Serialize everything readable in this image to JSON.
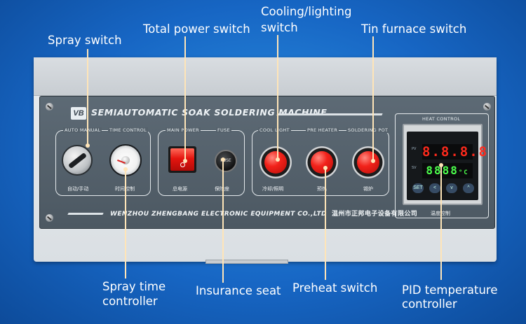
{
  "callouts": {
    "spray_switch": "Spray switch",
    "total_power_switch": "Total power switch",
    "cooling_lighting_line1": "Cooling/lighting",
    "cooling_lighting_line2": "switch",
    "tin_furnace_switch": "Tin furnace switch",
    "spray_time_line1": "Spray time",
    "spray_time_line2": "controller",
    "insurance_seat": "Insurance seat",
    "preheat_switch": "Preheat switch",
    "pid_line1": "PID temperature",
    "pid_line2": "controller"
  },
  "panel": {
    "logo": "VB",
    "title": "SEMIAUTOMATIC SOAK SOLDERING MACHINE",
    "manufacturer_en": "WENZHOU ZHENGBANG ELECTRONIC EQUIPMENT CO.,LTD",
    "manufacturer_cn": "温州市正邦电子设备有限公司",
    "labels": {
      "auto_manual": "AUTO MANUAL",
      "time_control": "TIME CONTROL",
      "main_power": "MAIN POWER",
      "fuse": "FUSE",
      "cool_light": "COOL LIGHT",
      "preheater": "PRE HEATER",
      "soldering_pot": "SOLDERING POT",
      "heat_control": "HEAT CONTROL"
    },
    "cn_labels": {
      "auto_manual": "自动/手动",
      "time_control": "时间控制",
      "main_power": "总电源",
      "fuse": "保险座",
      "cool_light": "冷却/照明",
      "preheater": "预热",
      "soldering_pot": "锡炉",
      "heat_control": "温度控制"
    },
    "fuse_text": "FUSE",
    "pid": {
      "pv_tag": "PV",
      "sv_tag": "SV",
      "pv_value": "8.8.8.8",
      "sv_value": "8888",
      "unit": "°C",
      "keys": [
        "SET",
        "<",
        "v",
        "^"
      ]
    }
  }
}
